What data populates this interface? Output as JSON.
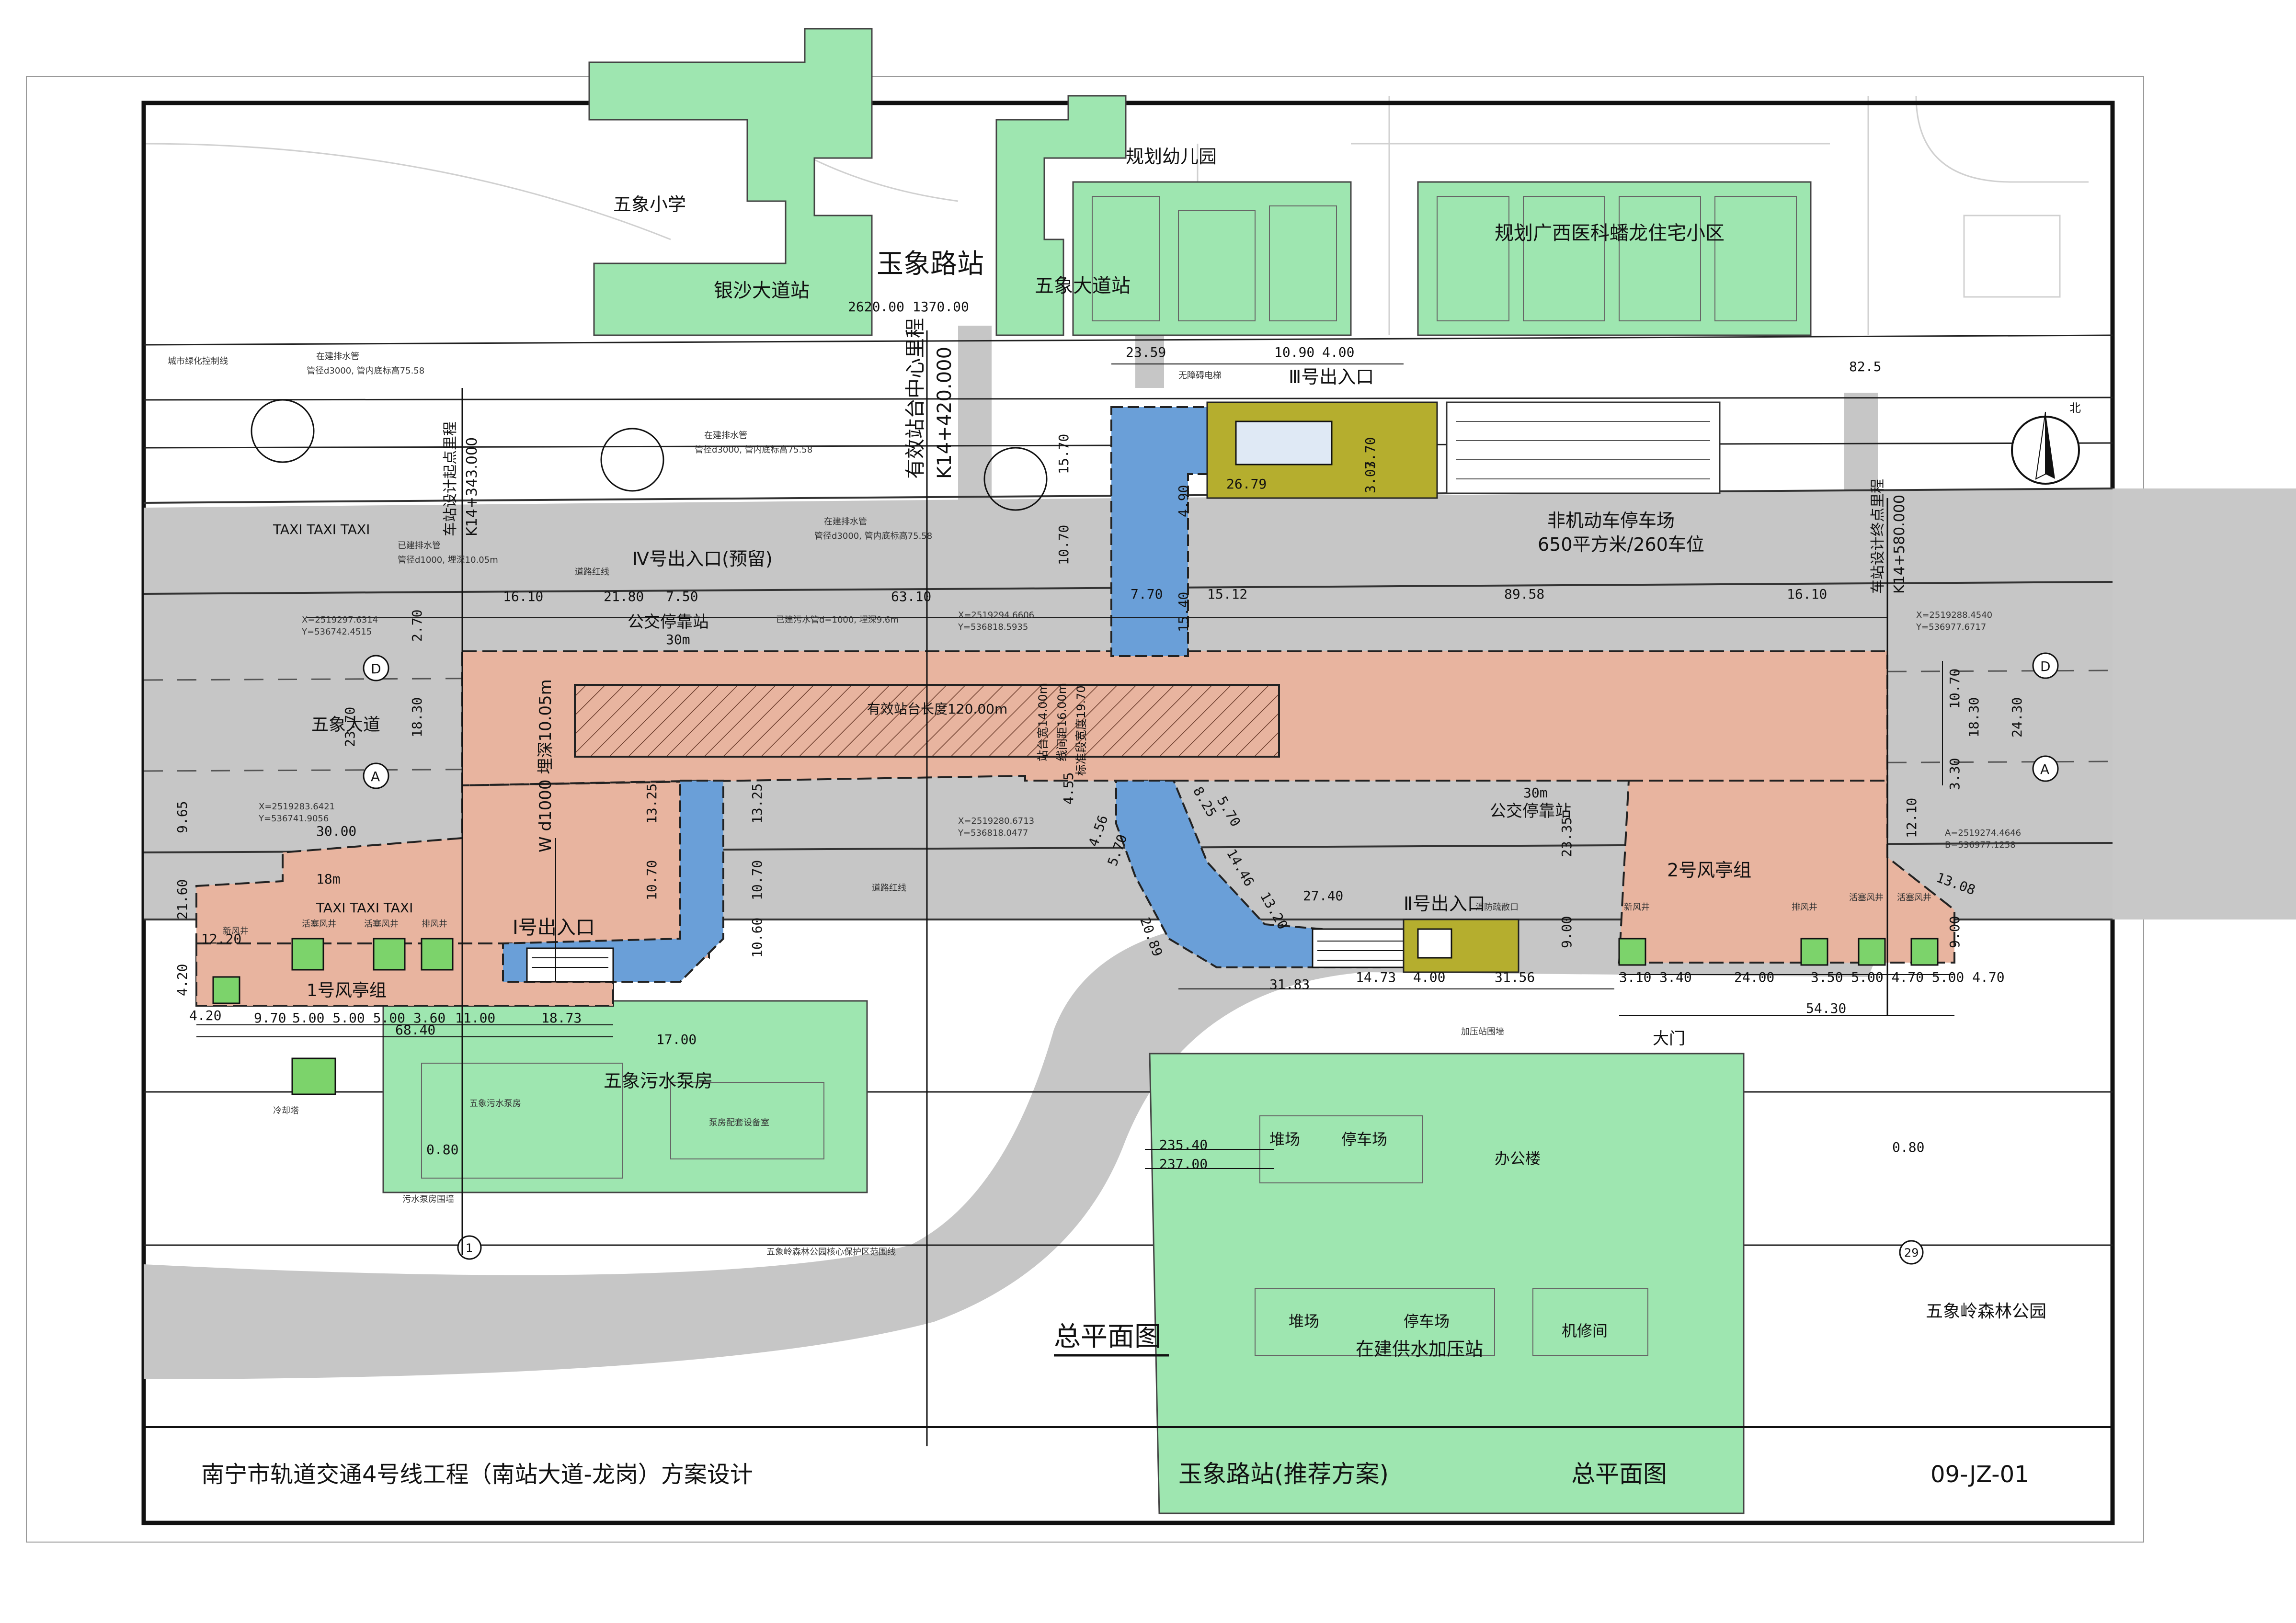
{
  "title_block": {
    "project": "南宁市轨道交通4号线工程（南站大道-龙岗）方案设计",
    "station": "玉象路站(推荐方案)",
    "sheet": "总平面图",
    "drawing_no": "09-JZ-01"
  },
  "drawing_title": "总平面图",
  "surroundings": {
    "school": "五象小学",
    "kindergarten": "规划幼儿园",
    "residential": "规划广西医科蟠龙住宅小区",
    "yinsha_station": "银沙大道站",
    "wuxiang_station": "五象大道站",
    "route_station": "玉象路站",
    "route_mileage": "2620.00  1370.00",
    "pump_house": "五象污水泵房",
    "pump_house_small": "五象污水泵房",
    "pump_equipment": "泵房配套设备室",
    "pump_label": "污水泵房围墙",
    "cooling_tower": "冷却塔",
    "water_station": "在建供水加压站",
    "yard1": "堆场",
    "parking1": "停车场",
    "yard2": "堆场",
    "parking2": "停车场",
    "repair": "机修间",
    "office": "办公楼",
    "forest_park": "五象岭森林公园",
    "forest_boundary": "五象岭森林公园核心保护区范围线",
    "pressure_station_wall": "加压站围墙",
    "gate": "大门"
  },
  "roads": {
    "main_road": "五象大道",
    "taxi_top": "TAXI  TAXI  TAXI",
    "taxi_bottom": "TAXI  TAXI  TAXI",
    "bus_stop_top": "公交停靠站",
    "bus_stop_bottom": "公交停靠站",
    "greenline": "城市绿化控制线",
    "road_redline": "道路红线",
    "road_redline2": "道路红线",
    "fire_exit": "消防疏散口"
  },
  "bike_parking": {
    "title": "非机动车停车场",
    "capacity": "650平方米/260车位"
  },
  "station": {
    "platform": "有效站台长度120.00m",
    "center_mileage_label": "有效站台中心里程",
    "center_mileage": "K14+420.000",
    "start_mileage_label": "车站设计起点里程",
    "start_mileage": "K14+343.000",
    "end_mileage_label": "车站设计终点里程",
    "end_mileage": "K14+580.000",
    "pipe_note": "W d1000 埋深10.05m",
    "island_width": "站台宽14.00m",
    "track_spacing": "线间距16.00m",
    "platform_width": "标准段宽度19.70"
  },
  "entrances": {
    "e1": "Ⅰ号出入口",
    "e2": "Ⅱ号出入口",
    "e3": "Ⅲ号出入口",
    "e4": "Ⅳ号出入口(预留)",
    "elevator": "无障碍电梯"
  },
  "vent_groups": {
    "g1": "1号风亭组",
    "g2": "2号风亭组",
    "fresh_air": "新风井",
    "piston1": "活塞风井",
    "piston2": "活塞风井",
    "exhaust": "排风井",
    "fresh_air2": "新风井",
    "exhaust2": "排风井",
    "piston3": "活塞风井",
    "piston4": "活塞风井"
  },
  "pipes": {
    "drain1": "在建排水管",
    "drain1_spec": "管径d3000, 管内底标高75.58",
    "drain2": "在建排水管",
    "drain2_spec": "管径d3000, 管内底标高75.58",
    "drain3": "在建排水管",
    "drain3_spec": "管径d3000, 管内底标高75.58",
    "built_drain": "已建排水管",
    "built_drain_spec": "管径d1000, 埋深10.05m",
    "sewer": "已建污水管d=1000, 埋深9.6m"
  },
  "coords": {
    "c1": "X=2519297.6314",
    "c1y": "Y=536742.4515",
    "c2": "X=2519294.6606",
    "c2y": "Y=536818.5935",
    "c3": "X=2519288.4540",
    "c3y": "Y=536977.6717",
    "c4": "X=2519283.6421",
    "c4y": "Y=536741.9056",
    "c5": "X=2519280.6713",
    "c5y": "Y=536818.0477",
    "c6": "A=2519274.4646",
    "c6y": "B=536977.1258"
  },
  "axes": {
    "A": "A",
    "D": "D",
    "A2": "A",
    "D2": "D",
    "n1": "1",
    "n29": "29",
    "north": "北"
  },
  "dimensions": {
    "d2359": "23.59",
    "d1090": "10.90",
    "d400": "4.00",
    "d1570": "15.70",
    "d1070a": "10.70",
    "d770a": "7.70",
    "d2679": "26.79",
    "d303": "3.03",
    "d770b": "7.70",
    "d490": "4.90",
    "d1540": "15.40",
    "d1512": "15.12",
    "d1610a": "16.10",
    "d2180": "21.80",
    "d750": "7.50",
    "d6310": "63.10",
    "d8958": "89.58",
    "d1610b": "16.10",
    "d270": "2.70",
    "d2370": "23.70",
    "d1830a": "18.30",
    "d1070b": "10.70",
    "d2430": "24.30",
    "d1830b": "18.30",
    "d330": "3.30",
    "d965": "9.65",
    "d3000": "30.00",
    "d1325a": "13.25",
    "d1325b": "13.25",
    "d1070c": "10.70",
    "d1070d": "10.70",
    "d1060": "10.60",
    "d2160": "21.60",
    "d1220": "12.20",
    "d18m": "18m",
    "d30m": "30m",
    "d30m2": "30m",
    "d2740": "27.40",
    "d2335": "23.35",
    "d1210": "12.10",
    "d1308": "13.08",
    "d900a": "9.00",
    "d900b": "9.00",
    "d420a": "4.20",
    "d420b": "4.20",
    "d970": "9.70",
    "row1": "5.00  5.00  5.00  3.60",
    "d1100": "11.00",
    "d1873": "18.73",
    "d6840": "68.40",
    "d1700": "17.00",
    "d3183": "31.83",
    "d1473": "14.73",
    "d400b": "4.00",
    "d3156": "31.56",
    "row2": "3.10 3.40",
    "d2400": "24.00",
    "row3": "3.50  5.00  4.70  5.00  4.70",
    "d5430": "54.30",
    "d23540": "235.40",
    "d23700": "237.00",
    "d080a": "0.80",
    "d080b": "0.80",
    "d455": "4.55",
    "d456": "4.56",
    "d570a": "5.70",
    "d1446": "14.46",
    "d1320": "13.20",
    "d2089": "20.89",
    "d570b": "5.70",
    "d825": "8.25",
    "elev": "82.5"
  },
  "colors": {
    "green": "#9ee6b0",
    "salmon": "#e8b49f",
    "blue": "#6a9fd8",
    "road": "#c8c8c8",
    "olive": "#b5ae2e"
  }
}
